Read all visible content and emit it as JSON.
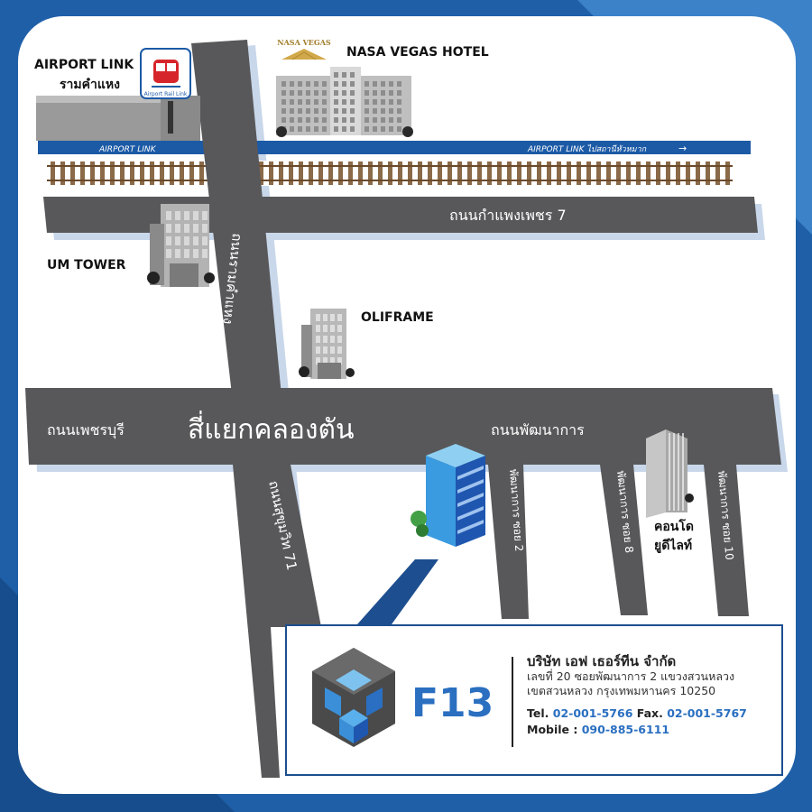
{
  "colors": {
    "frame_blue": "#1f5fa8",
    "road": "#58585a",
    "rail_band": "#1c5aa6",
    "accent_blue": "#2a6fc0"
  },
  "map": {
    "airport_link": {
      "line1": "AIRPORT LINK",
      "line2": "รามคำแหง",
      "badge_text": "Airport Rail Link"
    },
    "nasa_vegas": {
      "label": "NASA VEGAS HOTEL",
      "logo_text": "NASA VEGAS"
    },
    "rail_band": {
      "left_text": "AIRPORT LINK",
      "right_text": "AIRPORT LINK ไปสถานีหัวหมาก",
      "arrow": "→"
    },
    "um_tower": "UM TOWER",
    "oliframe": "OLIFRAME",
    "condo": {
      "line1": "คอนโด",
      "line2": "ยูดีไลท์"
    },
    "roads": {
      "kamphaeng_phet": "ถนนกำแพงเพชร 7",
      "ramkhamhaeng": "ถนนรามคำแหง",
      "phetchaburi": "ถนนเพชรบุรี",
      "junction": "สี่แยกคลองตัน",
      "phatthanakan": "ถนนพัฒนาการ",
      "sukhumvit": "ถนนสุขุมวิท 71",
      "soi2": "พัฒนาการ ซอย 2",
      "soi8": "พัฒนาการ ซอย 8",
      "soi10": "พัฒนาการ ซอย 10"
    }
  },
  "card": {
    "logo_text": "F13",
    "company": "บริษัท เอฟ เธอร์ทีน จำกัด",
    "address_line1": "เลขที่ 20 ซอยพัฒนาการ 2 แขวงสวนหลวง",
    "address_line2": "เขตสวนหลวง กรุงเทพมหานคร 10250",
    "tel_label": "Tel.",
    "tel": "02-001-5766",
    "fax_label": "Fax.",
    "fax": "02-001-5767",
    "mobile_label": "Mobile :",
    "mobile": "090-885-6111"
  }
}
